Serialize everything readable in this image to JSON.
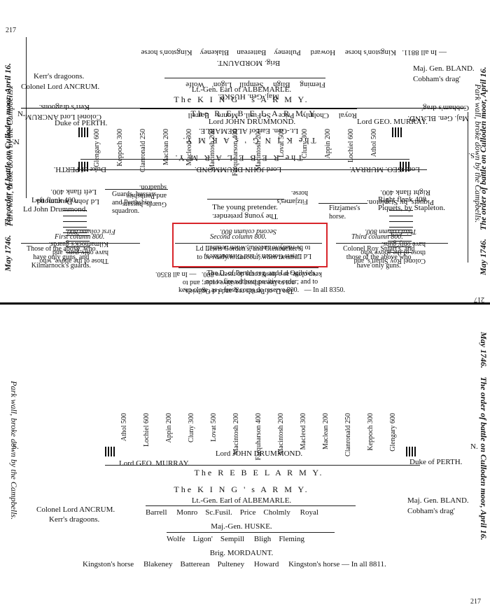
{
  "page_number": "217",
  "margin_title_left": "May 1746.",
  "margin_title_main": "The order of battle on Culloden moor, April 16.",
  "margin_right_note": "Park wall, broke down by the Campbells.",
  "compass_n": "N.",
  "compass_s": "S.",
  "kings_army": {
    "title": "The K I N G ' s A R M Y.",
    "albemarle": "Lt.-Gen. Earl of ALBEMARLE.",
    "ancrum": "Colonel Lord ANCRUM.",
    "kerr": "Kerr's dragoons.",
    "bland": "Maj. Gen. BLAND.",
    "cobham": "Cobham's drag'",
    "front_regiments": [
      "Barrell",
      "Monro",
      "Sc.Fusil.",
      "Price",
      "Cholmly",
      "Royal"
    ],
    "huske": "Maj.-Gen. HUSKE.",
    "second_regiments": [
      "Wolfe",
      "Ligon'",
      "Sempill",
      "Bligh",
      "Fleming"
    ],
    "mordaunt": "Brig. MORDAUNT.",
    "reserve": [
      "Kingston's horse",
      "Blakeney",
      "Batterean",
      "Pulteney",
      "Howard",
      "Kingston's horse"
    ],
    "total": "— In all 8811."
  },
  "rebel_army": {
    "title": "The R E B E L A R M Y.",
    "perth": "Duke of PERTH.",
    "drummond": "Lord JOHN DRUMMOND.",
    "murray": "Lord GEO. MURRAY.",
    "columns": [
      {
        "name": "Glengary",
        "num": "600"
      },
      {
        "name": "Keppoch",
        "num": "300"
      },
      {
        "name": "Clanronald",
        "num": "250"
      },
      {
        "name": "Maclean",
        "num": "200"
      },
      {
        "name": "Macleod",
        "num": "300"
      },
      {
        "name": "Macintosh",
        "num": "200"
      },
      {
        "name": "Farquharson",
        "num": "400"
      },
      {
        "name": "Macintosh",
        "num": "200"
      },
      {
        "name": "Lovat",
        "num": "500"
      },
      {
        "name": "Cluny",
        "num": "300"
      },
      {
        "name": "Appin",
        "num": "200"
      },
      {
        "name": "Lochiel",
        "num": "600"
      },
      {
        "name": "Athol",
        "num": "500"
      }
    ],
    "left_flank": "Left flank 400.",
    "left_flank_cmd": "Ld John Drummond.",
    "guards_1": "Guards, hussars,",
    "guards_2": "and Perthshire",
    "guards_3": "squadron.",
    "pretender": "The young pretender.",
    "fitzjames_1": "Fitzjames's",
    "fitzjames_2": "horse.",
    "right_flank": "Right flank 400.",
    "right_flank_cmd": "Piquets, by Stapleton.",
    "first_col": "First column 800.",
    "first_desc": [
      "Those of the above, who",
      "have only guns, and",
      "Kilmarnock's guards."
    ],
    "second_col": "Second column 800.",
    "second_desc": [
      "Ld Lewis Gordon's, and Glenbucket's,",
      "to be ready to succour, when needful."
    ],
    "third_col": "Third column 800.",
    "third_desc": [
      "Colonel Roy Stuart's, and",
      "those of the above who",
      "have only guns."
    ],
    "reserve_desc": [
      "The D. of Perth's reg. and Ld Ogilvie's,",
      "not to fire without positive order; and to",
      "keep close, as a fresh corps de reserve 800."
    ],
    "total": "— In all 8350."
  },
  "highlight_color": "#d8252b"
}
